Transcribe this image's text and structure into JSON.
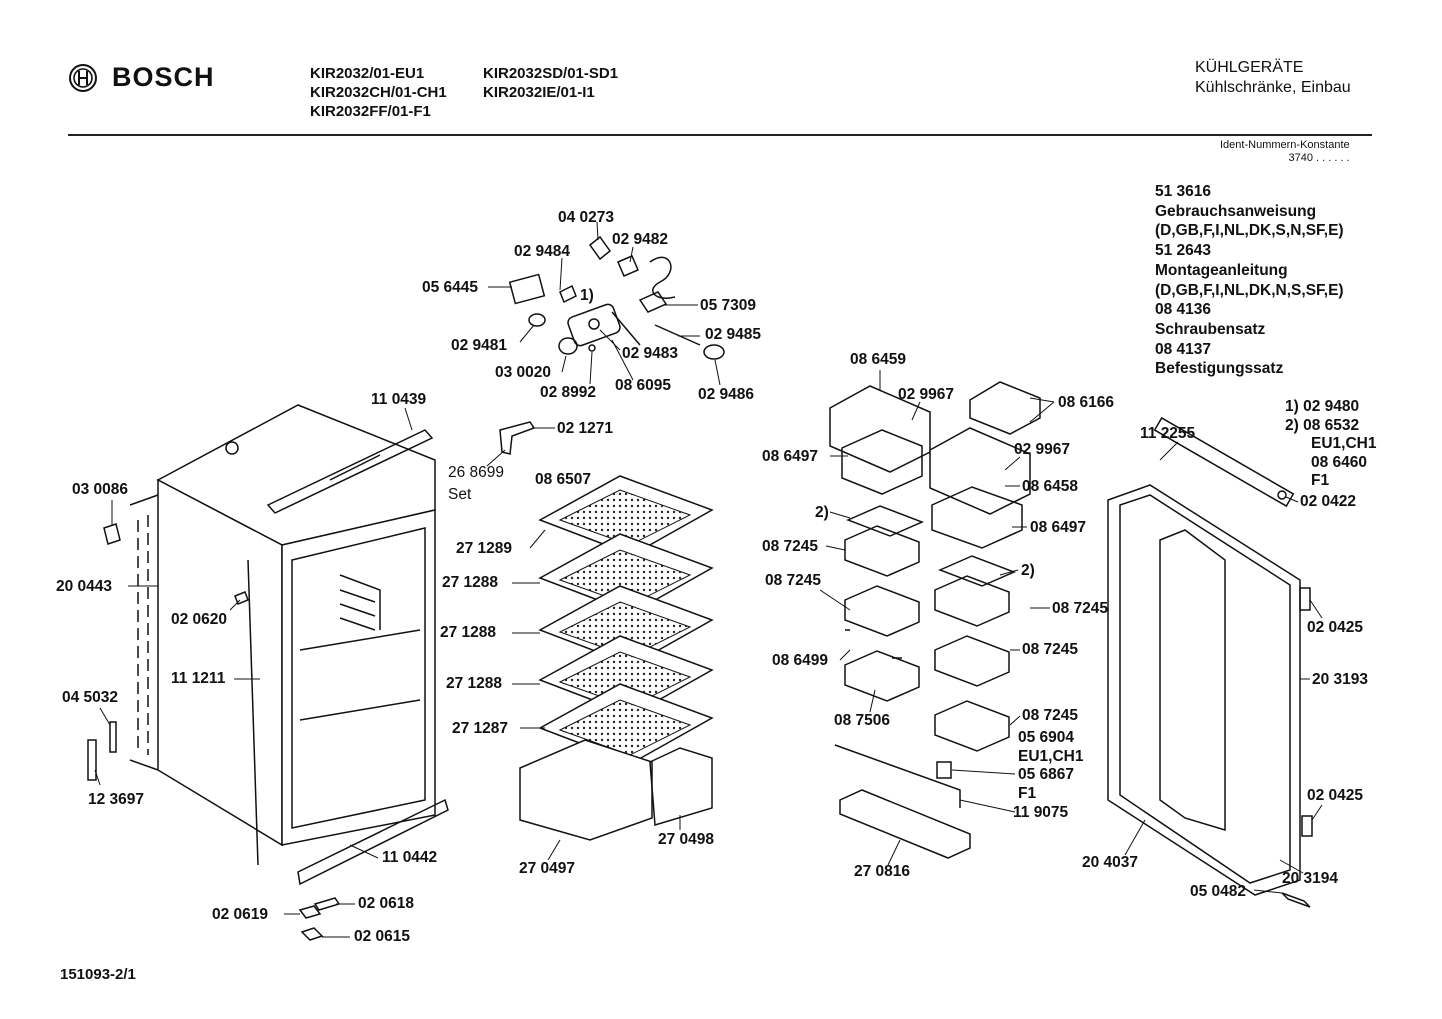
{
  "header": {
    "brand": "BOSCH",
    "models_col1": [
      "KIR2032/01-EU1",
      "KIR2032CH/01-CH1",
      "KIR2032FF/01-F1"
    ],
    "models_col2": [
      "KIR2032SD/01-SD1",
      "KIR2032IE/01-I1"
    ],
    "category": "KÜHLGERÄTE",
    "subcategory": "Kühlschränke, Einbau",
    "ident_label": "Ident-Nummern-Konstante",
    "ident_value": "3740 . . . . . ."
  },
  "documents": [
    {
      "number": "51 3616",
      "title": "Gebrauchsanweisung",
      "langs": "(D,GB,F,I,NL,DK,S,N,SF,E)"
    },
    {
      "number": "51 2643",
      "title": "Montageanleitung",
      "langs": "(D,GB,F,I,NL,DK,N,S,SF,E)"
    },
    {
      "number": "08 4136",
      "title": "Schraubensatz",
      "langs": ""
    },
    {
      "number": "08 4137",
      "title": "Befestigungssatz",
      "langs": ""
    }
  ],
  "notes": [
    {
      "text": "1)  02 9480"
    },
    {
      "text": "2)  08 6532"
    },
    {
      "text": "EU1,CH1"
    },
    {
      "text": "08 6460"
    },
    {
      "text": "F1"
    }
  ],
  "footer": "151093-2/1",
  "parts": [
    {
      "id": "p1",
      "text": "04 0273"
    },
    {
      "id": "p2",
      "text": "02 9484"
    },
    {
      "id": "p3",
      "text": "02 9482"
    },
    {
      "id": "p4",
      "text": "05 6445"
    },
    {
      "id": "p5",
      "text": "1)"
    },
    {
      "id": "p6",
      "text": "05 7309"
    },
    {
      "id": "p7",
      "text": "02 9485"
    },
    {
      "id": "p8",
      "text": "02 9481"
    },
    {
      "id": "p9",
      "text": "02 9483"
    },
    {
      "id": "p10",
      "text": "03 0020"
    },
    {
      "id": "p11",
      "text": "02 8992"
    },
    {
      "id": "p12",
      "text": "08 6095"
    },
    {
      "id": "p13",
      "text": "02 9486"
    },
    {
      "id": "p14",
      "text": "11 0439"
    },
    {
      "id": "p15",
      "text": "02 1271"
    },
    {
      "id": "p16",
      "text": "26 8699"
    },
    {
      "id": "p17",
      "text": "Set"
    },
    {
      "id": "p18",
      "text": "03 0086"
    },
    {
      "id": "p19",
      "text": "08 6507"
    },
    {
      "id": "p20",
      "text": "27 1289"
    },
    {
      "id": "p21",
      "text": "20 0443"
    },
    {
      "id": "p22",
      "text": "27 1288"
    },
    {
      "id": "p23",
      "text": "02 0620"
    },
    {
      "id": "p24",
      "text": "27 1288"
    },
    {
      "id": "p25",
      "text": "11 1211"
    },
    {
      "id": "p26",
      "text": "27 1288"
    },
    {
      "id": "p27",
      "text": "04 5032"
    },
    {
      "id": "p28",
      "text": "27 1287"
    },
    {
      "id": "p29",
      "text": "12 3697"
    },
    {
      "id": "p30",
      "text": "11 0442"
    },
    {
      "id": "p31",
      "text": "27 0497"
    },
    {
      "id": "p32",
      "text": "27 0498"
    },
    {
      "id": "p33",
      "text": "02 0619"
    },
    {
      "id": "p34",
      "text": "02 0618"
    },
    {
      "id": "p35",
      "text": "02 0615"
    },
    {
      "id": "p36",
      "text": "08 6459"
    },
    {
      "id": "p37",
      "text": "02 9967"
    },
    {
      "id": "p38",
      "text": "08 6166"
    },
    {
      "id": "p39",
      "text": "08 6497"
    },
    {
      "id": "p40",
      "text": "02 9967"
    },
    {
      "id": "p41",
      "text": "08 6458"
    },
    {
      "id": "p42",
      "text": "2)"
    },
    {
      "id": "p43",
      "text": "08 6497"
    },
    {
      "id": "p44",
      "text": "08 7245"
    },
    {
      "id": "p45",
      "text": "2)"
    },
    {
      "id": "p46",
      "text": "08 7245"
    },
    {
      "id": "p47",
      "text": "08 7245"
    },
    {
      "id": "p48",
      "text": "08 6499"
    },
    {
      "id": "p49",
      "text": "08 7245"
    },
    {
      "id": "p50",
      "text": "08 7506"
    },
    {
      "id": "p51",
      "text": "08 7245"
    },
    {
      "id": "p52",
      "text": "05 6904"
    },
    {
      "id": "p53",
      "text": "EU1,CH1"
    },
    {
      "id": "p54",
      "text": "05 6867"
    },
    {
      "id": "p55",
      "text": "F1"
    },
    {
      "id": "p56",
      "text": "11 9075"
    },
    {
      "id": "p57",
      "text": "27 0816"
    },
    {
      "id": "p58",
      "text": "11 2255"
    },
    {
      "id": "p59",
      "text": "02 0422"
    },
    {
      "id": "p60",
      "text": "02 0425"
    },
    {
      "id": "p61",
      "text": "20 3193"
    },
    {
      "id": "p62",
      "text": "02 0425"
    },
    {
      "id": "p63",
      "text": "20 4037"
    },
    {
      "id": "p64",
      "text": "20 3194"
    },
    {
      "id": "p65",
      "text": "05 0482"
    }
  ]
}
